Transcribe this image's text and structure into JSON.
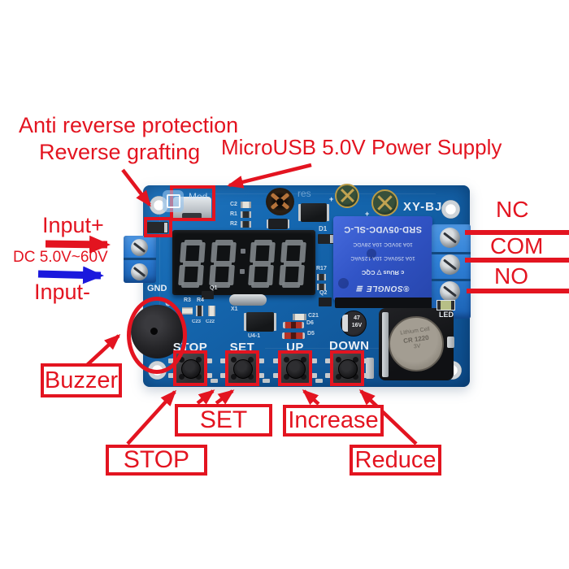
{
  "colors": {
    "annotation_red": "#e31420",
    "arrow_blue": "#1a18dd",
    "pcb_blue": "#1568b1",
    "pcb_blue_dark": "#0d4e8d",
    "relay_blue": "#3154c6",
    "terminal_blue": "#2f80d6",
    "silkscreen_white": "#e9eef4",
    "display_bg": "#101214",
    "display_segment": "#7e8388"
  },
  "annotations": {
    "title_line1": "Anti reverse protection",
    "title_line2": "Reverse grafting",
    "usb_callout": "MicroUSB 5.0V Power Supply",
    "input_plus": "Input+",
    "input_range": "DC 5.0V~60V",
    "input_minus": "Input-",
    "relay_nc": "NC",
    "relay_com": "COM",
    "relay_no": "NO",
    "buzzer_label": "Buzzer",
    "stop_label": "STOP",
    "set_label": "SET",
    "increase_label": "Increase",
    "reduce_label": "Reduce"
  },
  "board": {
    "model": "XY-BJ",
    "gnd_label": "GND",
    "led_label": "LED",
    "display_value": "88:88",
    "button_silkscreen": [
      "STOP",
      "SET",
      "UP",
      "DOWN"
    ],
    "relay": {
      "part": "SRD-05VDC-SL-C",
      "rating_dc": "10A 30VDC  10A 28VDC",
      "rating_ac": "10A 250VAC  10A 125VAC",
      "marks": "c ЯUus   ▽ CQC",
      "brand": "®SONGLE ≣"
    },
    "battery": {
      "line1": "Lithium Cell",
      "line2": "CR 1220",
      "line3": "3V"
    },
    "cap47": {
      "value": "47",
      "voltage": "16V"
    },
    "refs": {
      "d1": "D1",
      "r17": "R17",
      "q1": "Q1",
      "q2": "Q2",
      "x1": "X1",
      "u4": "U4-1",
      "c21": "C21",
      "d6": "D6",
      "d5": "D5",
      "r3": "R3",
      "r4": "R4",
      "c2": "C2",
      "r1": "R1",
      "r2": "R2",
      "c23": "C23",
      "c22": "C22",
      "dots": "····",
      "plus": "+"
    },
    "watermark": {
      "icon_text": "Mod",
      "text2": "res"
    }
  }
}
